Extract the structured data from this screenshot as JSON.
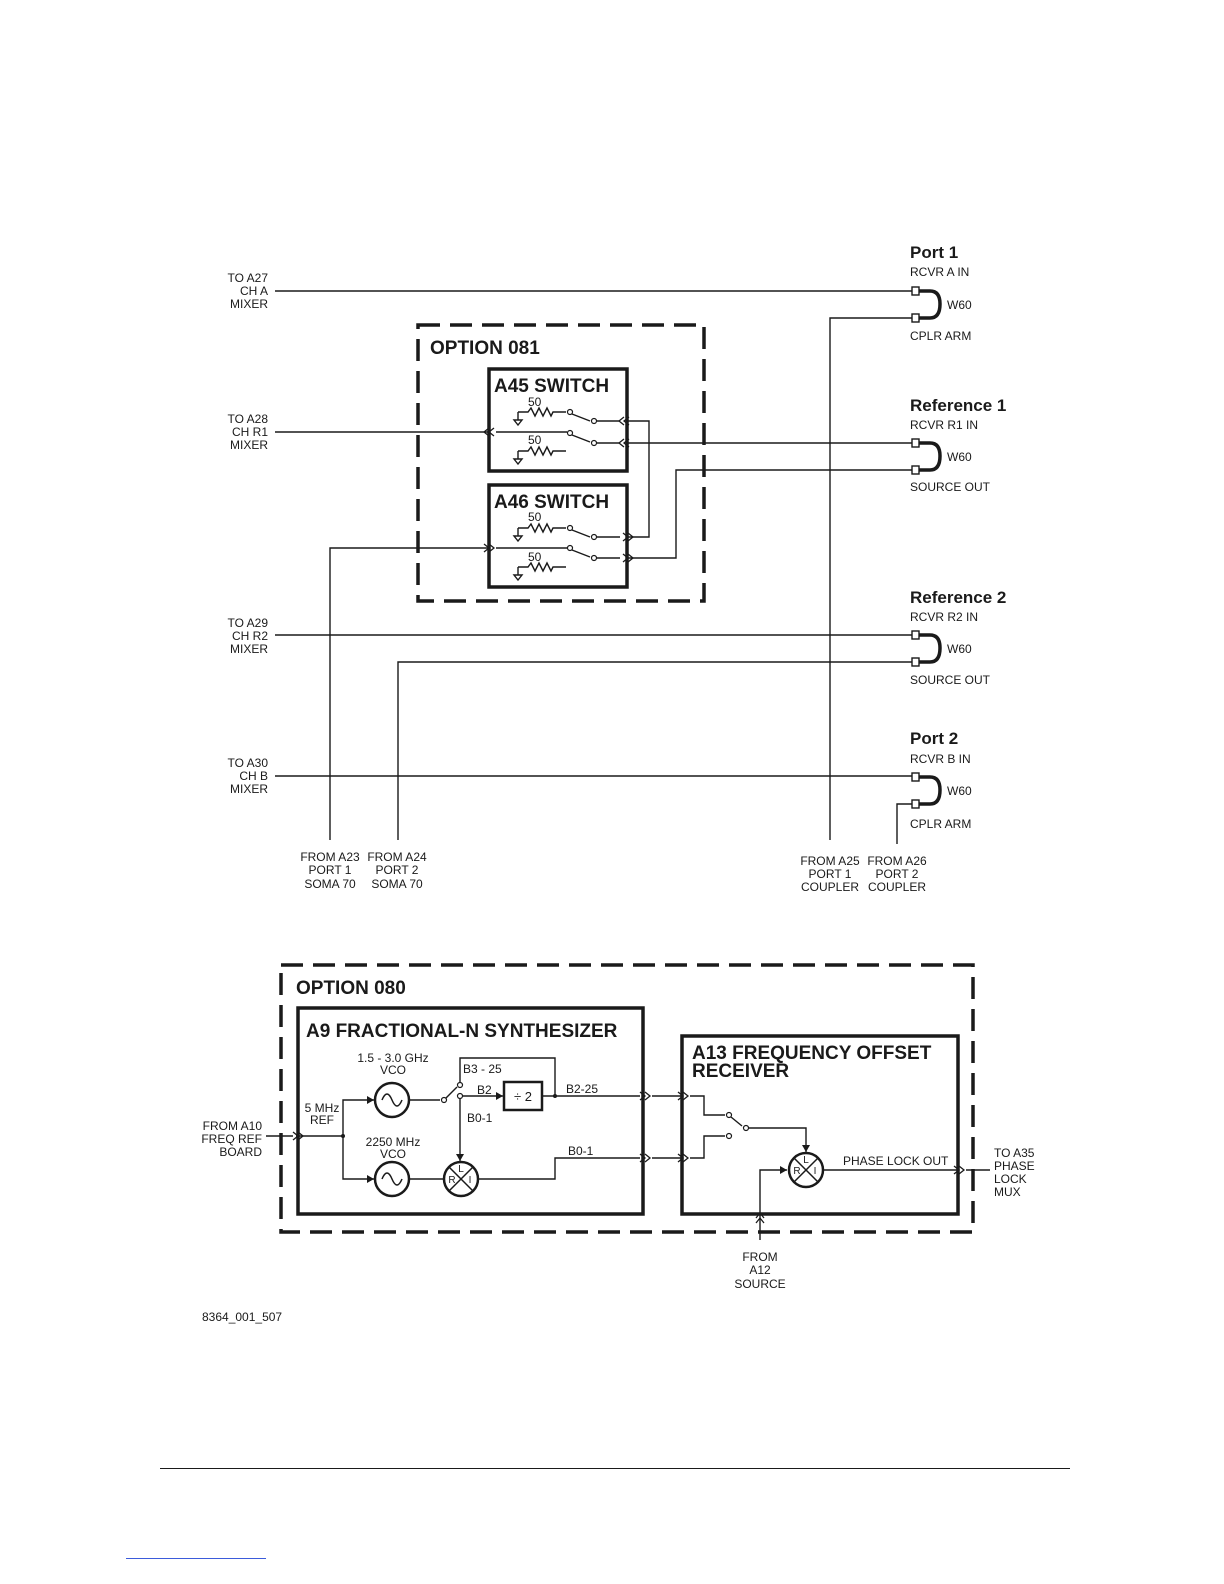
{
  "top": {
    "mixers": [
      {
        "l1": "TO A27",
        "l2": "CH A",
        "l3": "MIXER"
      },
      {
        "l1": "TO A28",
        "l2": "CH R1",
        "l3": "MIXER"
      },
      {
        "l1": "TO A29",
        "l2": "CH R2",
        "l3": "MIXER"
      },
      {
        "l1": "TO A30",
        "l2": "CH B",
        "l3": "MIXER"
      }
    ],
    "ports": [
      {
        "name": "Port 1",
        "top": "RCVR A IN",
        "cable": "W60",
        "bottom": "CPLR ARM"
      },
      {
        "name": "Reference 1",
        "top": "RCVR R1 IN",
        "cable": "W60",
        "bottom": "SOURCE OUT"
      },
      {
        "name": "Reference 2",
        "top": "RCVR R2 IN",
        "cable": "W60",
        "bottom": "SOURCE OUT"
      },
      {
        "name": "Port 2",
        "top": "RCVR B IN",
        "cable": "W60",
        "bottom": "CPLR ARM"
      }
    ],
    "option_081": "OPTION 081",
    "a45": {
      "title": "A45 SWITCH",
      "r1": "50",
      "r2": "50"
    },
    "a46": {
      "title": "A46 SWITCH",
      "r1": "50",
      "r2": "50"
    },
    "sources": [
      {
        "l1": "FROM A23",
        "l2": "PORT 1",
        "l3": "SOMA 70"
      },
      {
        "l1": "FROM A24",
        "l2": "PORT 2",
        "l3": "SOMA 70"
      },
      {
        "l1": "FROM A25",
        "l2": "PORT 1",
        "l3": "COUPLER"
      },
      {
        "l1": "FROM A26",
        "l2": "PORT 2",
        "l3": "COUPLER"
      }
    ]
  },
  "bottom": {
    "option_080": "OPTION 080",
    "a9_title": "A9 FRACTIONAL-N SYNTHESIZER",
    "a13_title_1": "A13 FREQUENCY OFFSET",
    "a13_title_2": "RECEIVER",
    "vco1_freq": "1.5 - 3.0 GHz",
    "vco1_label": "VCO",
    "vco2_freq": "2250 MHz",
    "vco2_label": "VCO",
    "ref_1": "5 MHz",
    "ref_2": "REF",
    "b3": "B3 - 25",
    "b2": "B2",
    "b01_a": "B0-1",
    "div": "÷ 2",
    "b225": "B2-25",
    "b01_b": "B0-1",
    "mixer_l": "L",
    "mixer_r": "R",
    "mixer_i": "I",
    "from_a10": {
      "l1": "FROM A10",
      "l2": "FREQ REF",
      "l3": "BOARD"
    },
    "phase_lock_out": "PHASE LOCK OUT",
    "to_a35": {
      "l1": "TO A35",
      "l2": "PHASE",
      "l3": "LOCK",
      "l4": "MUX"
    },
    "from_a12": {
      "l1": "FROM",
      "l2": "A12",
      "l3": "SOURCE"
    }
  },
  "figure_id": "8364_001_507"
}
